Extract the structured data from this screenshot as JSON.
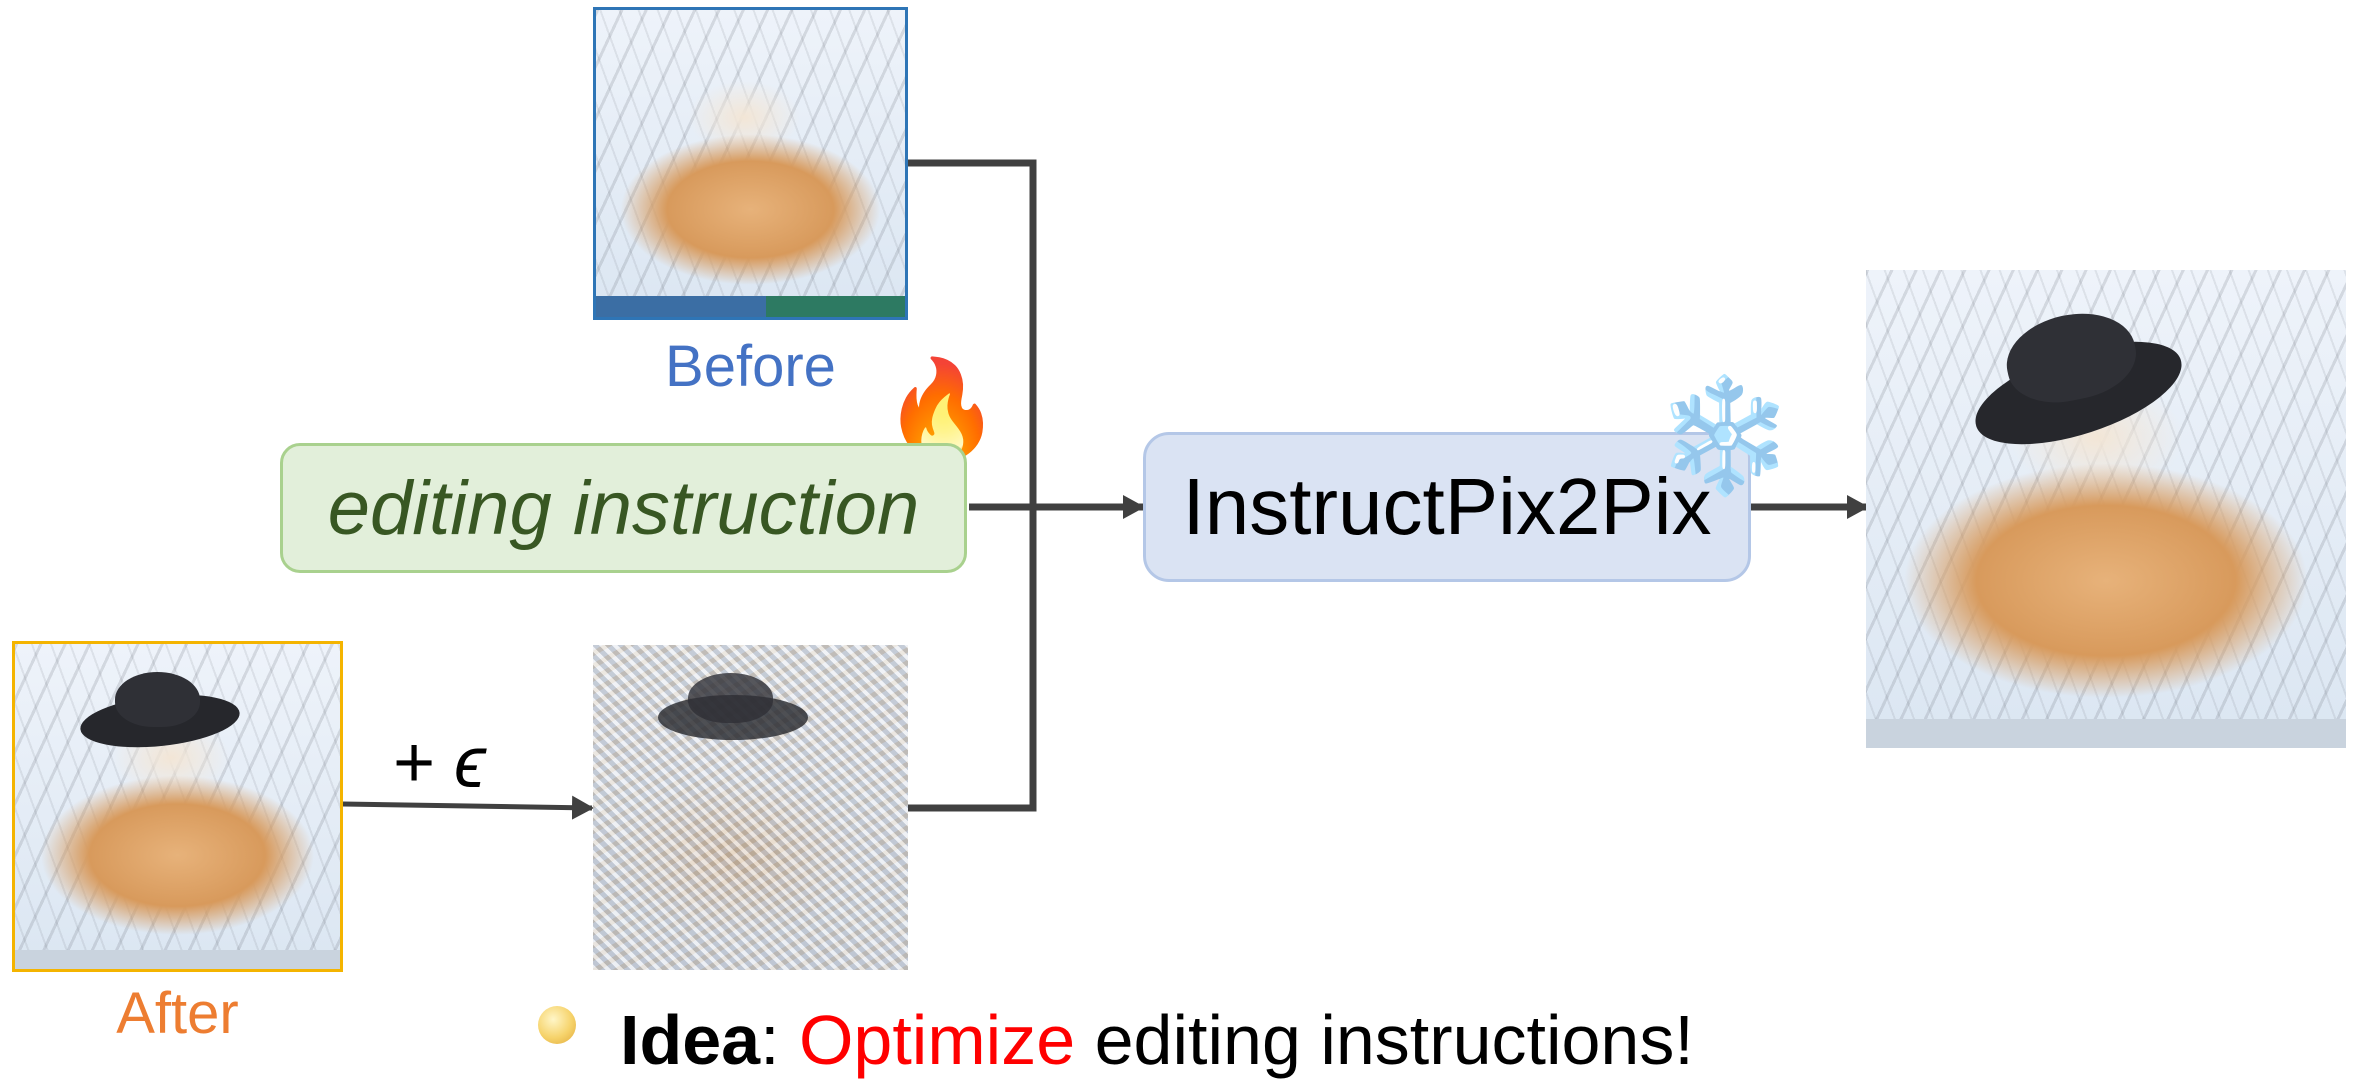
{
  "labels": {
    "before": "Before",
    "after": "After",
    "noise": "+ ϵ"
  },
  "instruction_box": {
    "text": "editing instruction"
  },
  "model_box": {
    "text": "InstructPix2Pix"
  },
  "emojis": {
    "fire": "🔥",
    "snowflake": "❄️"
  },
  "idea": {
    "bold": "Idea",
    "colon": ": ",
    "highlight": "Optimize",
    "rest": " editing instructions!"
  },
  "colors": {
    "before": "#4472c4",
    "after": "#ed7d31",
    "instruction_text": "#385723",
    "instruction_fill": "#e2efda",
    "model_fill": "#dae3f3",
    "highlight": "#ff0000",
    "arrow": "#404040"
  }
}
